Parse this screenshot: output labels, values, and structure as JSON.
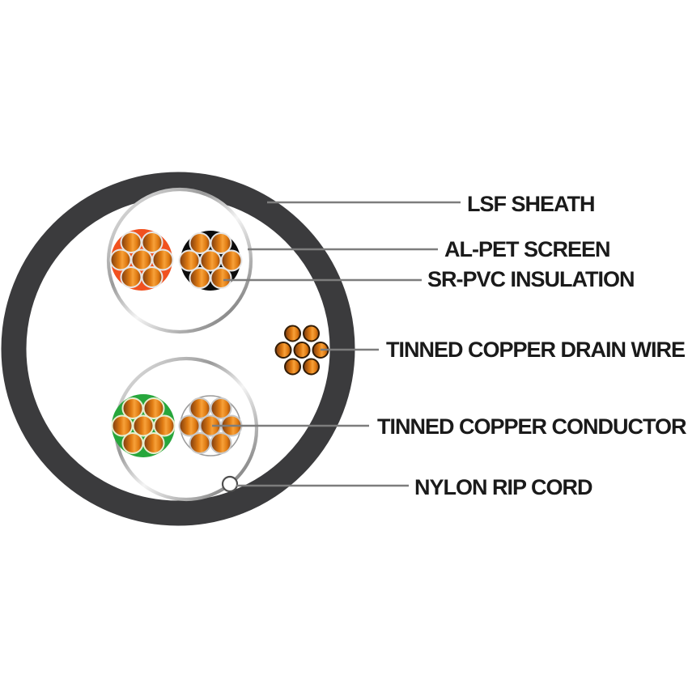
{
  "diagram": {
    "type": "cable-cross-section",
    "labels": {
      "sheath": "LSF SHEATH",
      "screen": "AL-PET SCREEN",
      "insulation": "SR-PVC INSULATION",
      "drain_wire": "TINNED COPPER DRAIN WIRE",
      "conductor": "TINNED COPPER CONDUCTOR",
      "rip_cord": "NYLON RIP CORD"
    },
    "structure": {
      "pair_count": 2,
      "strands_per_conductor": 7,
      "drain_wire_strands": 7,
      "conductor_colors": [
        "orange",
        "black",
        "green",
        "white"
      ]
    },
    "colors": {
      "sheath": "#3b3b3d",
      "insulation_orange": "#f1511f",
      "insulation_black": "#0c0c0c",
      "insulation_green": "#27a63c",
      "insulation_white": "#ffffff",
      "copper_dark": "#7a3a10",
      "copper_mid": "#e07b12",
      "copper_highlight": "#f7a13a",
      "copper_edge": "#8f4510",
      "screen_light": "#f4f4f4",
      "screen_mid": "#9a9a9a",
      "screen_dark": "#5c5c5c",
      "leader_line": "#7d7d7d",
      "label_text": "#1a1a1a",
      "background": "#ffffff"
    }
  }
}
